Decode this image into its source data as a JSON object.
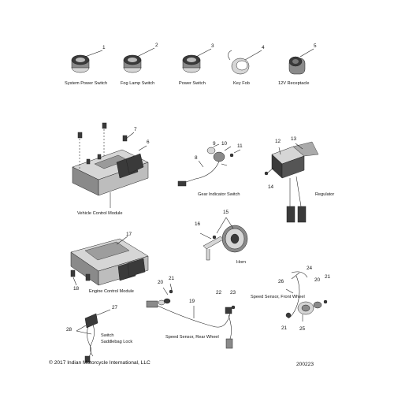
{
  "labels": {
    "system_power_switch": "System Power Switch",
    "fog_lamp_switch": "Fog Lamp Switch",
    "power_switch": "Power Switch",
    "key_fob": "Key Fob",
    "receptacle_12v": "12V Receptacle",
    "vehicle_control_module": "Vehicle Control Module",
    "gear_indicator_switch": "Gear Indicator Switch",
    "regulator": "Regulator",
    "horn": "Horn",
    "engine_control_module": "Engine Control Module",
    "speed_sensor_rear": "Speed Sensor, Rear Wheel",
    "speed_sensor_front": "Speed Sensor, Front Wheel",
    "switch_saddlebag_line1": "Switch",
    "switch_saddlebag_line2": "Saddlebag Lock"
  },
  "callouts": {
    "n1": "1",
    "n2": "2",
    "n3": "3",
    "n4": "4",
    "n5": "5",
    "n6": "6",
    "n7": "7",
    "n8": "8",
    "n9": "9",
    "n10": "10",
    "n11": "11",
    "n12": "12",
    "n13": "13",
    "n14": "14",
    "n15": "15",
    "n16": "16",
    "n17": "17",
    "n18": "18",
    "n19": "19",
    "n20a": "20",
    "n20b": "20",
    "n21a": "21",
    "n21b": "21",
    "n21c": "21",
    "n22": "22",
    "n23": "23",
    "n24": "24",
    "n25": "25",
    "n26": "26",
    "n27": "27",
    "n28": "28"
  },
  "footer": {
    "copyright": "© 2017 Indian Motorcycle International, LLC",
    "diagram_id": "200223"
  }
}
